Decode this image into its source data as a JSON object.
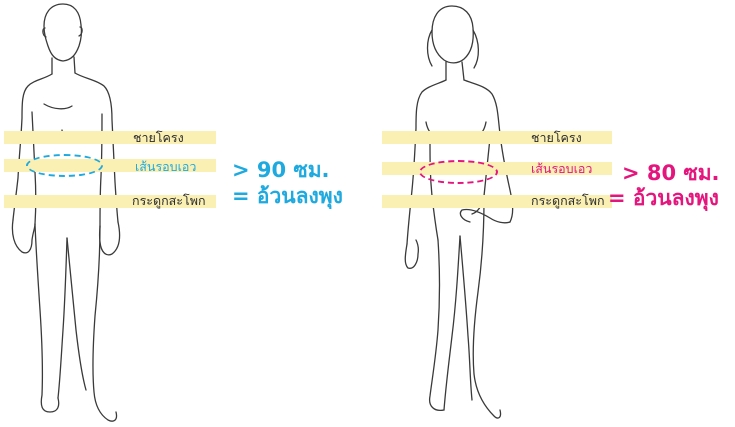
{
  "labels": {
    "rib": "ชายโครง",
    "waist": "เส้นรอบเอว",
    "hip": "กระดูกสะโพก"
  },
  "male": {
    "threshold": "> 90 ซม.",
    "result": "= อ้วนลงพุง",
    "color": "#1ea9df"
  },
  "female": {
    "threshold": "> 80 ซม.",
    "result": "= อ้วนลงพุง",
    "color": "#e4157d"
  },
  "colors": {
    "band": "#fbf0b4",
    "outline": "#3a3a3a"
  }
}
